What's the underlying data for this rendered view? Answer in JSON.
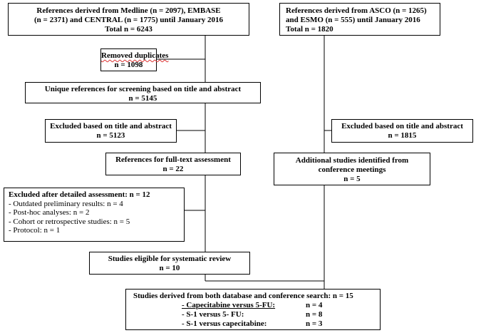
{
  "boxes": {
    "databases": {
      "line1": "References derived from Medline (n = 2097), EMBASE",
      "line2": "(n = 2371) and CENTRAL (n = 1775) until January 2016",
      "line3": "Total n = 6243"
    },
    "asco_esmo": {
      "line1": "References derived from ASCO (n = 1265)",
      "line2": "and ESMO (n = 555) until January 2016",
      "line3": "Total n = 1820"
    },
    "duplicates": {
      "label": "Removed duplicates",
      "count": "n = 1098"
    },
    "unique": {
      "label": "Unique references for screening based on title and abstract",
      "count": "n = 5145"
    },
    "excluded_db": {
      "label": "Excluded based on title and abstract",
      "count": "n = 5123"
    },
    "excluded_conf": {
      "label": "Excluded based on title and abstract",
      "count": "n = 1815"
    },
    "fulltext": {
      "label": "References for full-text assessment",
      "count": "n = 22"
    },
    "additional": {
      "line1": "Additional studies identified from",
      "line2": "conference meetings",
      "count": "n = 5"
    },
    "excluded_detail": {
      "title": "Excluded after detailed assessment: n = 12",
      "items": [
        "- Outdated preliminary results: n = 4",
        "- Post-hoc analyses: n = 2",
        "- Cohort or retrospective studies: n = 5",
        "- Protocol: n = 1"
      ]
    },
    "eligible": {
      "label": "Studies eligible for systematic review",
      "count": "n = 10"
    },
    "final": {
      "title": "Studies derived from both database and conference search: n = 15",
      "rows": [
        {
          "label": "- Capecitabine versus 5-FU:",
          "count": "n = 4"
        },
        {
          "label": "- S-1 versus 5- FU:",
          "count": "n = 8"
        },
        {
          "label": "- S-1 versus capecitabine:",
          "count": "n = 3"
        }
      ]
    }
  }
}
